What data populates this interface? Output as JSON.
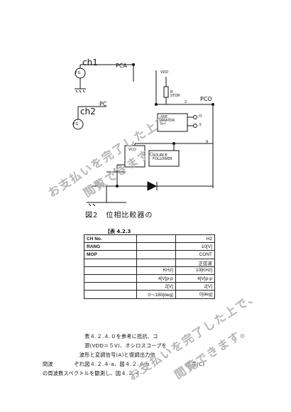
{
  "diagram": {
    "labels": {
      "ch1": "ch1",
      "ch2": "ch2",
      "fg1": "F.G",
      "fg2": "F.G",
      "pca": "PCA",
      "pc_cut": "PC",
      "vdd": "VDD",
      "resistor": "R\nSTOR",
      "pco": "PCO",
      "pin2": "2",
      "comparator": "ASE\nARATOR\nII",
      "pin13": "⑬",
      "pin1": "①",
      "vco": "VCO",
      "source_follower": "SOURCE\nFOLLOWER",
      "pin9": "9",
      "pin5": "5"
    }
  },
  "figure_caption": "図2　位相比較器の",
  "table": {
    "title": "【表 4.2.3",
    "rows": [
      [
        "CH No.",
        "",
        "H2"
      ],
      [
        "RANG",
        "",
        "10[V]"
      ],
      [
        "MOP",
        "",
        "CONT"
      ],
      [
        "",
        "",
        "正弦波"
      ],
      [
        "",
        "KHz]",
        "10[KHz]"
      ],
      [
        "",
        "4[V]p-p",
        "4[V]p-p"
      ],
      [
        "",
        "2[V]",
        "2[V]"
      ],
      [
        "",
        "0～180[deg]",
        "0[deg]"
      ]
    ]
  },
  "paragraph": [
    "　　　　　　　　表４.２.４.０を参考に抵抗、コ",
    "　　　　　　　　源(VDD＝５V)、オシロスコープを",
    "　　　　　　　波形と変調信号(A)と復調出力信",
    "間波　　　　ぞれ図４.２.４-a、図４.２.４-b　　　　　　　信号(C)",
    "の周波数スペクトルを観測し、図４.２.４-"
  ],
  "watermark": {
    "line1": "お支払いを完了した上で、",
    "line2": "閲覧できます。"
  }
}
